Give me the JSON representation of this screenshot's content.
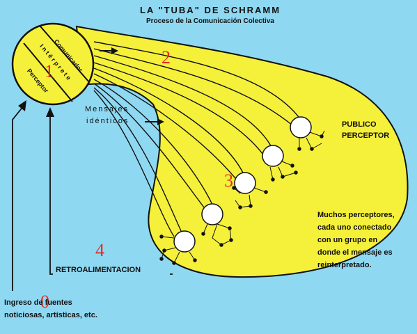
{
  "title": "LA \"TUBA\" DE SCHRAMM",
  "subtitle": "Proceso de la Comunicación Colectiva",
  "circle_labels": [
    "Comunicador",
    "Intérprete",
    "Perceptor"
  ],
  "numbers": [
    "0",
    "1",
    "2",
    "3",
    "4"
  ],
  "mensajes": [
    "Mensajes",
    "idénticos"
  ],
  "publico": [
    "PUBLICO",
    "PERCEPTOR"
  ],
  "description": [
    "Muchos perceptores,",
    "cada uno conectado",
    "con un grupo en",
    "donde el mensaje es",
    "reinterpretado."
  ],
  "retro": "RETROALIMENTACION",
  "ingreso": [
    "Ingreso de fuentes",
    "noticiosas, artísticas, etc."
  ],
  "colors": {
    "background": "#8fd8f2",
    "fill": "#f5f03a",
    "numbers": "#e0301e"
  }
}
